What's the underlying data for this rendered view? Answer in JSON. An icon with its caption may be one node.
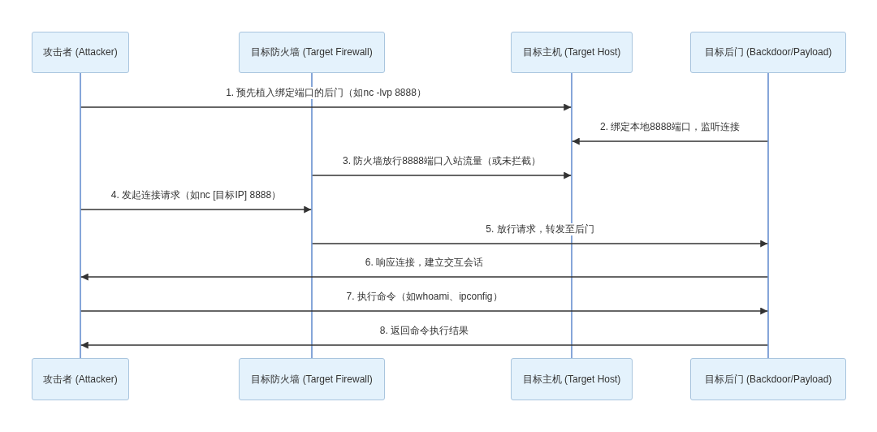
{
  "diagram": {
    "nodes": [
      {
        "text": [
          "攻击者 (Attacker)"
        ]
      },
      {
        "text": [
          "目标防火墙 (Target Firewall)"
        ]
      },
      {
        "text": [
          "目标主机 (Target Host)"
        ]
      },
      {
        "text": [
          "目标后门 (Backdoor/Payload)"
        ]
      },
      {
        "text": [],
        "shape": "line"
      },
      {
        "text": [],
        "shape": "line"
      },
      {
        "text": [],
        "shape": "line"
      },
      {
        "text": [],
        "shape": "line"
      },
      {
        "text": [
          "攻击者 (Attacker)"
        ]
      },
      {
        "text": [
          "目标防火墙 (Target Firewall)"
        ]
      },
      {
        "text": [
          "目标主机 (Target Host)"
        ]
      },
      {
        "text": [
          "目标后门 (Backdoor/Payload)"
        ]
      }
    ],
    "edges": [
      {
        "from": 4,
        "to": 6,
        "arrow": "to",
        "label": "1. 预先植入绑定端口的后门（如nc -lvp 8888）"
      },
      {
        "from": 7,
        "to": 6,
        "arrow": "to",
        "label": "2. 绑定本地8888端口，监听连接"
      },
      {
        "from": 5,
        "to": 6,
        "arrow": "to",
        "label": "3. 防火墙放行8888端口入站流量（或未拦截）"
      },
      {
        "from": 4,
        "to": 5,
        "arrow": "to",
        "label": "4. 发起连接请求（如nc [目标IP] 8888）"
      },
      {
        "from": 5,
        "to": 7,
        "arrow": "to",
        "label": "5. 放行请求，转发至后门"
      },
      {
        "from": 7,
        "to": 4,
        "arrow": "to",
        "label": "6. 响应连接，建立交互会话"
      },
      {
        "from": 4,
        "to": 7,
        "arrow": "to",
        "label": "7. 执行命令（如whoami、ipconfig）"
      },
      {
        "from": 7,
        "to": 4,
        "arrow": "to",
        "label": "8. 返回命令执行结果"
      }
    ]
  }
}
